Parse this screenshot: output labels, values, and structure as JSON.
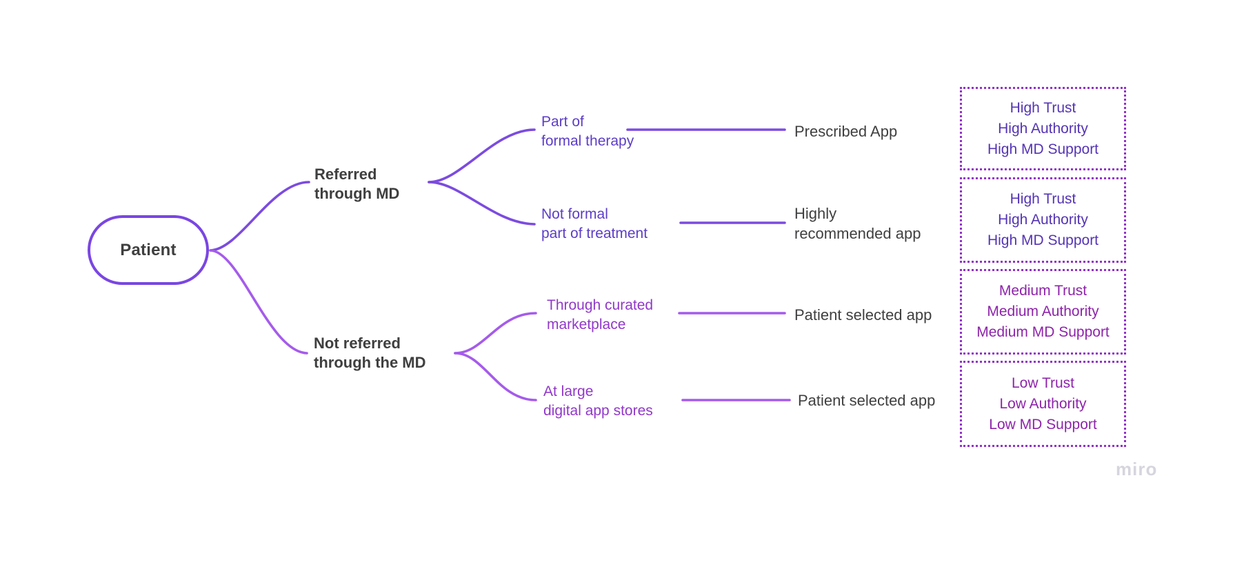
{
  "app": {
    "watermark": "miro"
  },
  "colors": {
    "branch_md": "#7c4be0",
    "branch_non_md": "#a55beb",
    "dark_text": "#3f3f3f",
    "md_label_text": "#5c3dc7",
    "non_md_label_text": "#9138c9",
    "box_border": "#9232c8",
    "box_text_high": "#5434b5",
    "box_text_medium_low": "#8e24aa",
    "root_border": "#7a46e2"
  },
  "tree": {
    "root": {
      "label": "Patient"
    },
    "branches": [
      {
        "label": "Referred\nthrough MD",
        "children": [
          {
            "label": "Part of\nformal therapy",
            "outcome": "Prescribed App"
          },
          {
            "label": "Not formal\npart of treatment",
            "outcome": "Highly\nrecommended app"
          }
        ]
      },
      {
        "label": "Not referred\nthrough the MD",
        "children": [
          {
            "label": "Through curated\nmarketplace",
            "outcome": "Patient selected app"
          },
          {
            "label": "At large\ndigital app stores",
            "outcome": "Patient selected app"
          }
        ]
      }
    ]
  },
  "outcome_boxes": [
    {
      "level": "high",
      "text": "High Trust\nHigh Authority\nHigh MD Support"
    },
    {
      "level": "high",
      "text": "High Trust\nHigh Authority\nHigh MD Support"
    },
    {
      "level": "medium",
      "text": "Medium Trust\nMedium Authority\nMedium MD Support"
    },
    {
      "level": "low",
      "text": "Low Trust\nLow Authority\nLow MD Support"
    }
  ]
}
